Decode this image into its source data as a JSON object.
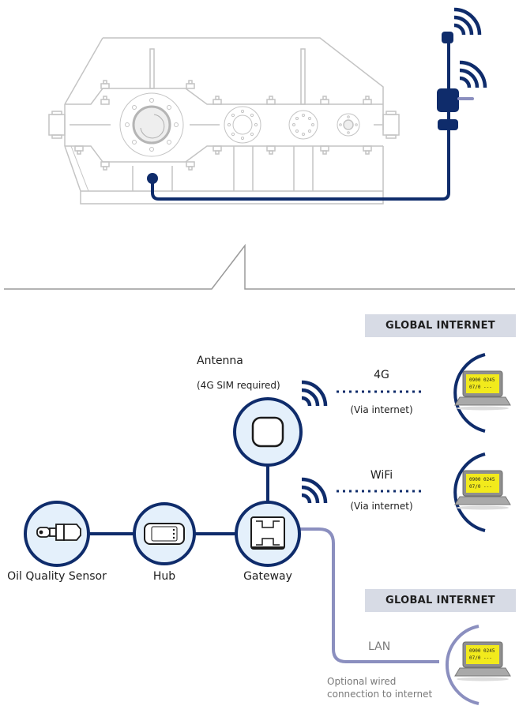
{
  "colors": {
    "navy": "#0f2c6b",
    "lan": "#8b8fbf",
    "node_fill": "#e4f0fb",
    "gearbox_line": "#c4c4c4",
    "banner_bg": "#d7dbe5",
    "screen": "#f2ea1c"
  },
  "banners": {
    "top": "GLOBAL INTERNET",
    "bottom": "GLOBAL INTERNET"
  },
  "antenna": {
    "label": "Antenna",
    "note": "(4G SIM required)"
  },
  "connections": {
    "cellular": {
      "label": "4G",
      "note": "(Via internet)"
    },
    "wifi": {
      "label": "WiFi",
      "note": "(Via internet)"
    },
    "lan": {
      "label": "LAN",
      "note_line1": "Optional wired",
      "note_line2": "connection to internet"
    }
  },
  "nodes": [
    {
      "id": "sensor",
      "label": "Oil Quality Sensor"
    },
    {
      "id": "hub",
      "label": "Hub"
    },
    {
      "id": "gateway",
      "label": "Gateway"
    }
  ],
  "laptop_screen": {
    "line1a": "0900",
    "line1b": "0245",
    "line2a": "07/0",
    "line2b": "---"
  }
}
